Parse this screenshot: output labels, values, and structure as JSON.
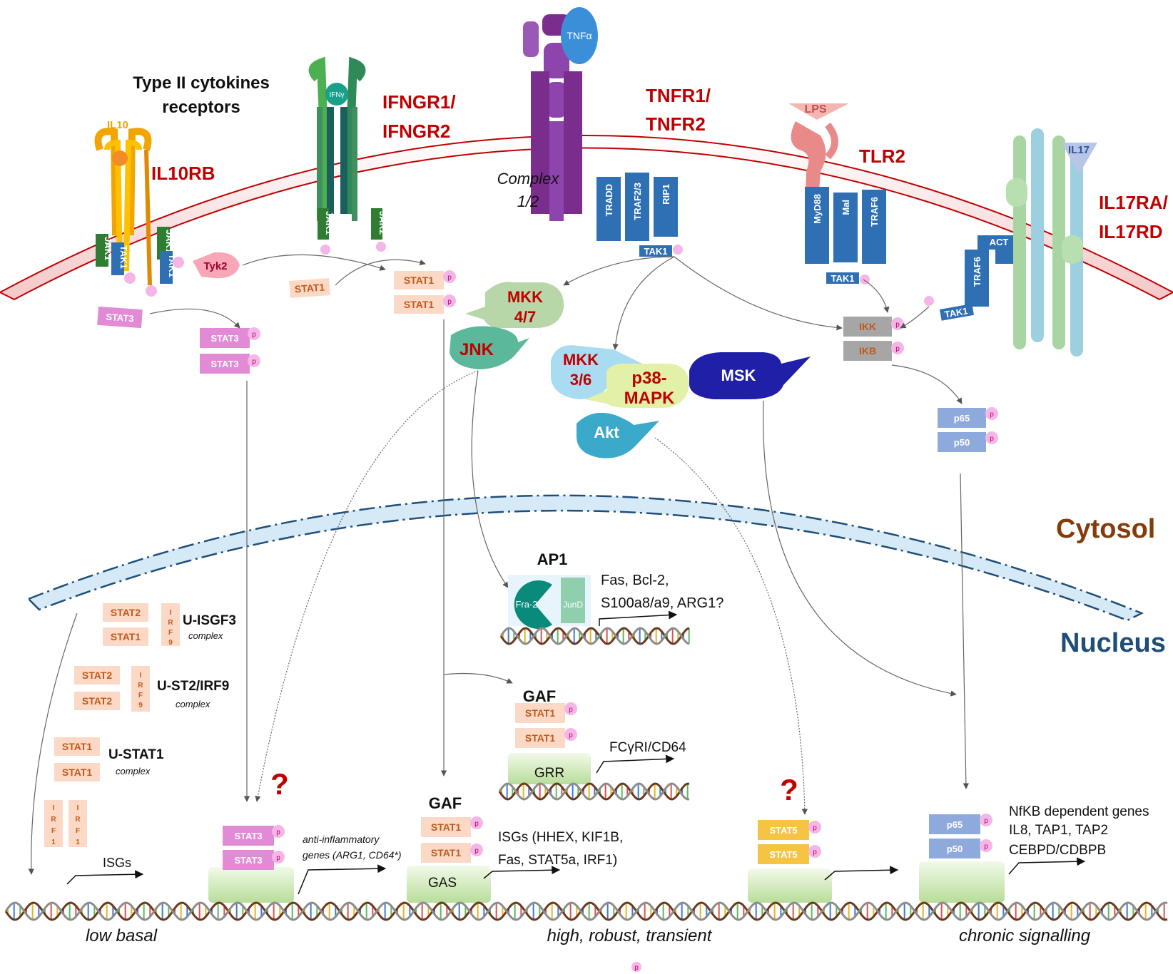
{
  "labels": {
    "type2_line1": "Type II cytokines",
    "type2_line2": "receptors",
    "il10": "IL10",
    "il10rb": "IL10RB",
    "ifng": "IFNγ",
    "ifngr_line1": "IFNGR1/",
    "ifngr_line2": "IFNGR2",
    "tnfa": "TNFα",
    "tnfr_line1": "TNFR1/",
    "tnfr_line2": "TNFR2",
    "complex_line1": "Complex",
    "complex_line2": "1/2",
    "lps": "LPS",
    "tlr2": "TLR2",
    "il17": "IL17",
    "il17r_line1": "IL17RA/",
    "il17r_line2": "IL17RD",
    "cytosol": "Cytosol",
    "nucleus": "Nucleus",
    "jak1": "JAK1",
    "jak2": "JAK2",
    "tak1": "TAK1",
    "tyk2": "Tyk2",
    "stat1": "STAT1",
    "stat2": "STAT2",
    "stat3": "STAT3",
    "stat5": "STAT5",
    "irf9": "IRF9",
    "irf1": "IRF1",
    "p_mark": "p",
    "tradd": "TRADD",
    "traf23": "TRAF2/3",
    "rip1": "RIP1",
    "myd88": "MyD88",
    "mal": "Mal",
    "traf6": "TRAF6",
    "act": "ACT",
    "ikk": "IKK",
    "ikb": "IKB",
    "p65": "p65",
    "p50": "p50",
    "mkk47_line1": "MKK",
    "mkk47_line2": "4/7",
    "jnk": "JNK",
    "mkk36_line1": "MKK",
    "mkk36_line2": "3/6",
    "p38_line1": "p38-",
    "p38_line2": "MAPK",
    "akt": "Akt",
    "msk": "MSK",
    "ap1": "AP1",
    "fra2": "Fra-2",
    "jund": "JunD",
    "ap1_genes_line1": "Fas, Bcl-2,",
    "ap1_genes_line2": "S100a8/a9, ARG1?",
    "u_isgf3": "U-ISGF3",
    "u_st2irf9": "U-ST2/IRF9",
    "u_stat1": "U-STAT1",
    "complex_word": "complex",
    "gaf": "GAF",
    "grr": "GRR",
    "gas": "GAS",
    "fcgr": "FCγRI/CD64",
    "isgs": "ISGs",
    "antiinfl_line1": "anti-inflammatory",
    "antiinfl_line2": "genes (ARG1, CD64*)",
    "isgs_list_line1": "ISGs (HHEX, KIF1B,",
    "isgs_list_line2": "Fas, STAT5a, IRF1)",
    "nfkb_line1": "NfKB dependent genes",
    "nfkb_line2": "IL8, TAP1, TAP2",
    "nfkb_line3": "CEBPD/CDBPB",
    "question": "?",
    "low_basal": "low basal",
    "high_robust": "high, robust, transient",
    "chronic": "chronic signalling"
  },
  "colors": {
    "membrane": "#c00000",
    "stat_box": "#fbd9c6",
    "stat3_box": "#e38ad6",
    "stat5_box": "#f6c342",
    "nfkb_box": "#8ea9db",
    "ikk_box": "#a6a6a6",
    "phospho": "#f4b6e6",
    "promoter": "#c9e6b0",
    "nuclear_envelope": "#1f4e79"
  }
}
